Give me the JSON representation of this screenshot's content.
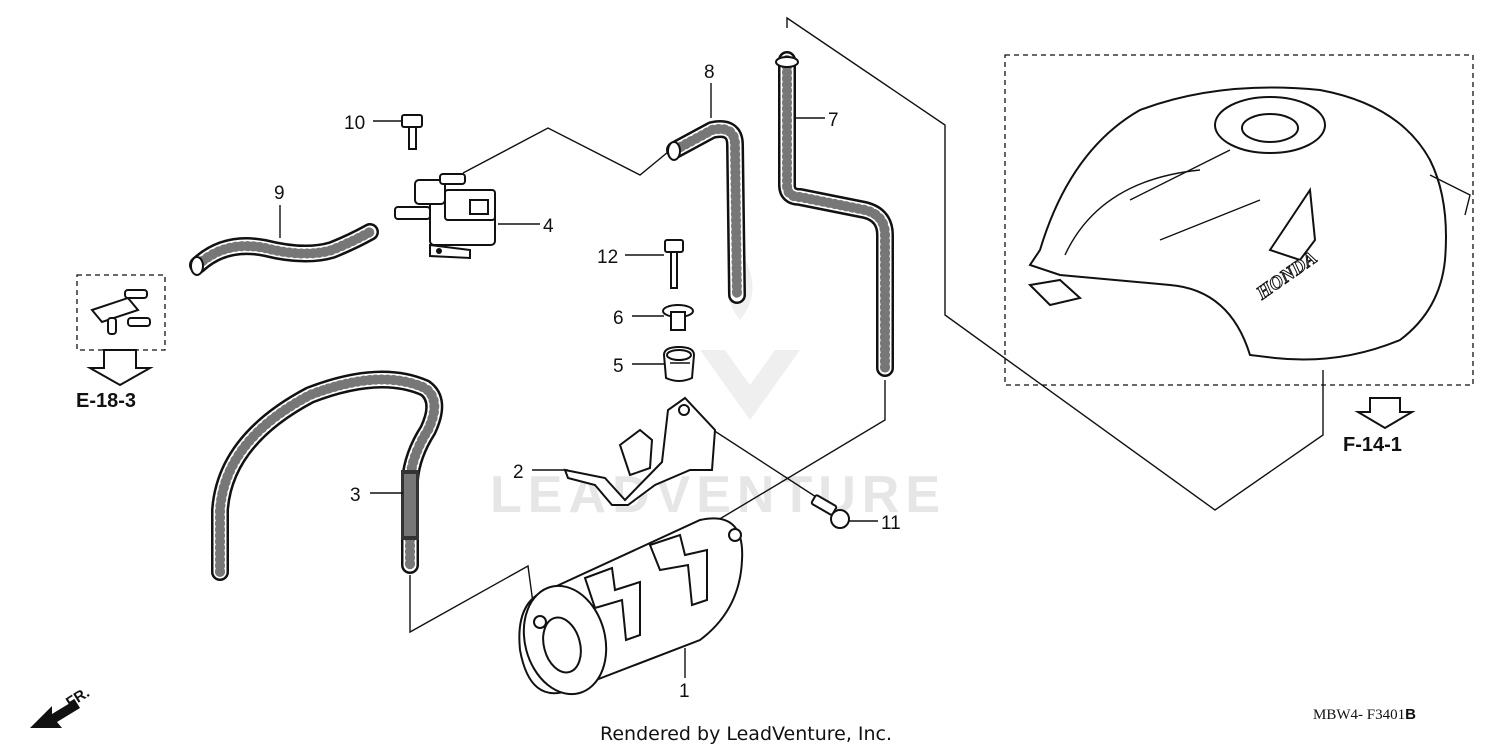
{
  "diagram": {
    "callouts": [
      {
        "id": "1",
        "label": "1"
      },
      {
        "id": "2",
        "label": "2"
      },
      {
        "id": "3",
        "label": "3"
      },
      {
        "id": "4",
        "label": "4"
      },
      {
        "id": "5",
        "label": "5"
      },
      {
        "id": "6",
        "label": "6"
      },
      {
        "id": "7",
        "label": "7"
      },
      {
        "id": "8",
        "label": "8"
      },
      {
        "id": "9",
        "label": "9"
      },
      {
        "id": "10",
        "label": "10"
      },
      {
        "id": "11",
        "label": "11"
      },
      {
        "id": "12",
        "label": "12"
      }
    ],
    "references": {
      "left": "E-18-3",
      "right": "F-14-1"
    },
    "tank_brand": "HONDA",
    "direction_label": "FR.",
    "watermark": "LEADVENTURE",
    "footer": "Rendered by LeadVenture, Inc.",
    "diagram_code": "MBW4- F3401",
    "diagram_code_suffix": "B"
  }
}
